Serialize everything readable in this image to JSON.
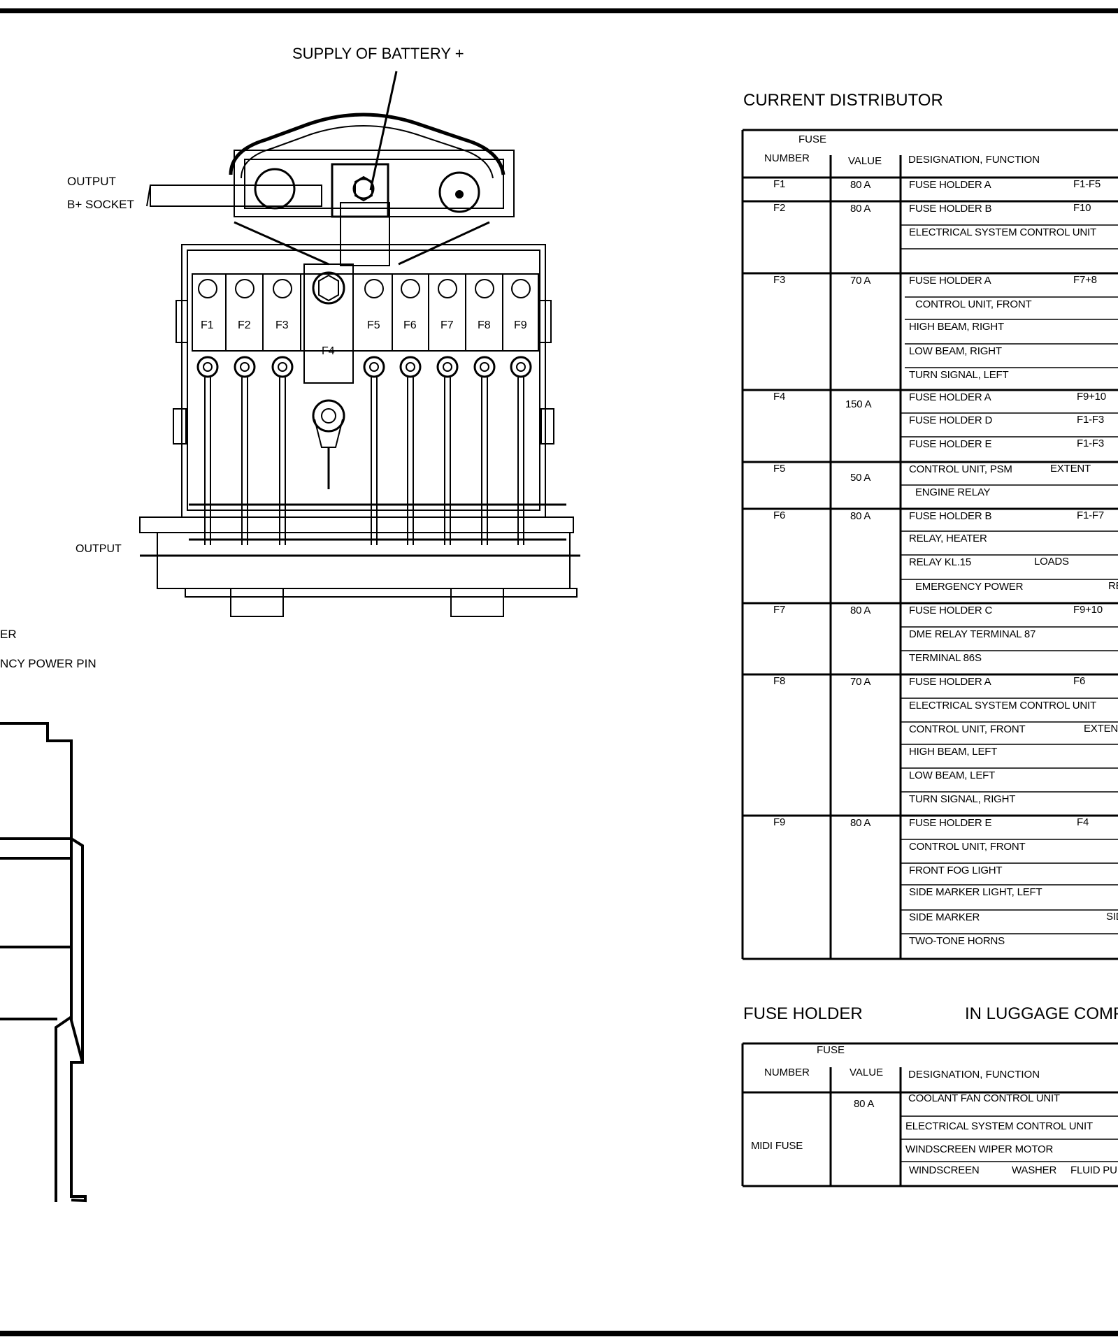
{
  "diagram": {
    "supply_label": "SUPPLY OF BATTERY +",
    "output_label_1": "OUTPUT",
    "output_label_2": "B+ SOCKET",
    "output_bottom_label": "OUTPUT",
    "left_label_1": "ER",
    "left_label_2": "NCY POWER PIN",
    "fuses": [
      "F1",
      "F2",
      "F3",
      "F4",
      "F5",
      "F6",
      "F7",
      "F8",
      "F9"
    ]
  },
  "current_distributor": {
    "title": "CURRENT DISTRIBUTOR",
    "headers": {
      "fuse": "FUSE",
      "number": "NUMBER",
      "value": "VALUE",
      "designation": "DESIGNATION, FUNCTION"
    },
    "fuses": [
      {
        "number": "F1",
        "value": "80 A"
      },
      {
        "number": "F2",
        "value": "80 A"
      },
      {
        "number": "F3",
        "value": "70 A"
      },
      {
        "number": "F4",
        "value": "150 A"
      },
      {
        "number": "F5",
        "value": "50 A"
      },
      {
        "number": "F6",
        "value": "80 A"
      },
      {
        "number": "F7",
        "value": "80 A"
      },
      {
        "number": "F8",
        "value": "70 A"
      },
      {
        "number": "F9",
        "value": "80 A"
      }
    ],
    "rows": [
      {
        "text": "FUSE HOLDER A",
        "extra": "F1-F5"
      },
      {
        "text": "FUSE HOLDER B",
        "extra": "F10"
      },
      {
        "text": "ELECTRICAL SYSTEM CONTROL UNIT",
        "extra": ""
      },
      {
        "text": "FUSE HOLDER A",
        "extra": "F7+8"
      },
      {
        "text": "CONTROL UNIT, FRONT",
        "extra": ""
      },
      {
        "text": "HIGH BEAM, RIGHT",
        "extra": ""
      },
      {
        "text": "LOW BEAM, RIGHT",
        "extra": ""
      },
      {
        "text": "TURN SIGNAL, LEFT",
        "extra": ""
      },
      {
        "text": "FUSE HOLDER A",
        "extra": "F9+10"
      },
      {
        "text": "FUSE HOLDER D",
        "extra": "F1-F3"
      },
      {
        "text": "FUSE HOLDER E",
        "extra": "F1-F3"
      },
      {
        "text": "CONTROL UNIT, PSM",
        "extra": "EXTENT"
      },
      {
        "text": "ENGINE RELAY",
        "extra": ""
      },
      {
        "text": "FUSE HOLDER B",
        "extra": "F1-F7"
      },
      {
        "text": "RELAY, HEATER",
        "extra": ""
      },
      {
        "text": "RELAY KL.15",
        "extra": "LOADS"
      },
      {
        "text": "EMERGENCY POWER",
        "extra": "RE"
      },
      {
        "text": "FUSE HOLDER C",
        "extra": "F9+10"
      },
      {
        "text": "DME RELAY TERMINAL 87",
        "extra": ""
      },
      {
        "text": "TERMINAL 86S",
        "extra": ""
      },
      {
        "text": "FUSE HOLDER A",
        "extra": "F6"
      },
      {
        "text": "ELECTRICAL SYSTEM CONTROL UNIT",
        "extra": ""
      },
      {
        "text": "CONTROL UNIT, FRONT",
        "extra": "EXTEN"
      },
      {
        "text": "HIGH BEAM, LEFT",
        "extra": ""
      },
      {
        "text": "LOW BEAM, LEFT",
        "extra": ""
      },
      {
        "text": "TURN SIGNAL, RIGHT",
        "extra": ""
      },
      {
        "text": "FUSE HOLDER E",
        "extra": "F4"
      },
      {
        "text": "CONTROL UNIT, FRONT",
        "extra": ""
      },
      {
        "text": "FRONT FOG LIGHT",
        "extra": ""
      },
      {
        "text": "SIDE MARKER LIGHT, LEFT",
        "extra": ""
      },
      {
        "text": "SIDE MARKER",
        "extra": "SID"
      },
      {
        "text": "TWO-TONE HORNS",
        "extra": ""
      }
    ]
  },
  "fuse_holder": {
    "title": "FUSE HOLDER",
    "title_right": "IN LUGGAGE COMPA",
    "headers": {
      "fuse": "FUSE",
      "number": "NUMBER",
      "value": "VALUE",
      "designation": "DESIGNATION, FUNCTION"
    },
    "number": "MIDI FUSE",
    "value": "80 A",
    "rows": [
      "COOLANT FAN CONTROL UNIT",
      "ELECTRICAL SYSTEM CONTROL UNIT",
      "WINDSCREEN WIPER MOTOR"
    ],
    "last_row": [
      "WINDSCREEN",
      "WASHER",
      "FLUID PU"
    ]
  }
}
